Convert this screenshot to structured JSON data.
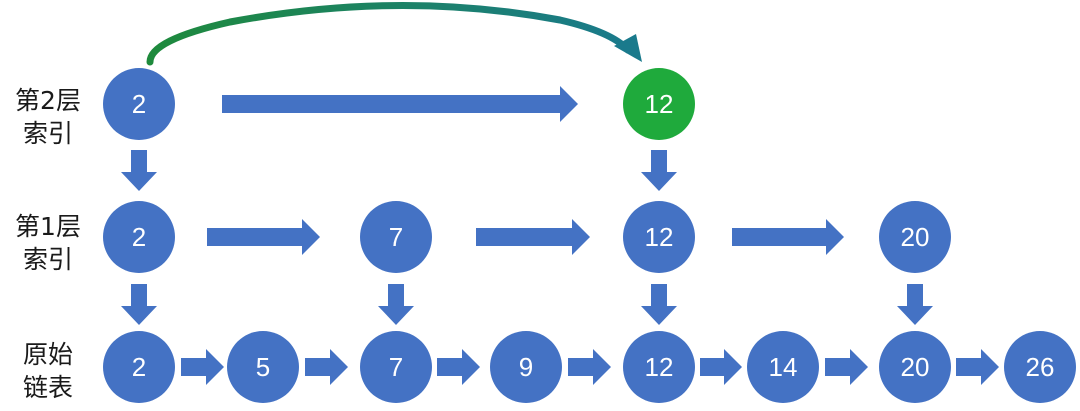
{
  "rows": [
    {
      "label_line1": "第2层",
      "label_line2": "索引",
      "nodes": [
        "2",
        "12"
      ]
    },
    {
      "label_line1": "第1层",
      "label_line2": "索引",
      "nodes": [
        "2",
        "7",
        "12",
        "20"
      ]
    },
    {
      "label_line1": "原始",
      "label_line2": "链表",
      "nodes": [
        "2",
        "5",
        "7",
        "9",
        "12",
        "14",
        "20",
        "26"
      ]
    }
  ],
  "colors": {
    "node": "#4472c4",
    "highlight": "#1faa3c",
    "arrow": "#4472c4",
    "jump_arrow_start": "#1e8a3c",
    "jump_arrow_end": "#1a7a8c"
  }
}
